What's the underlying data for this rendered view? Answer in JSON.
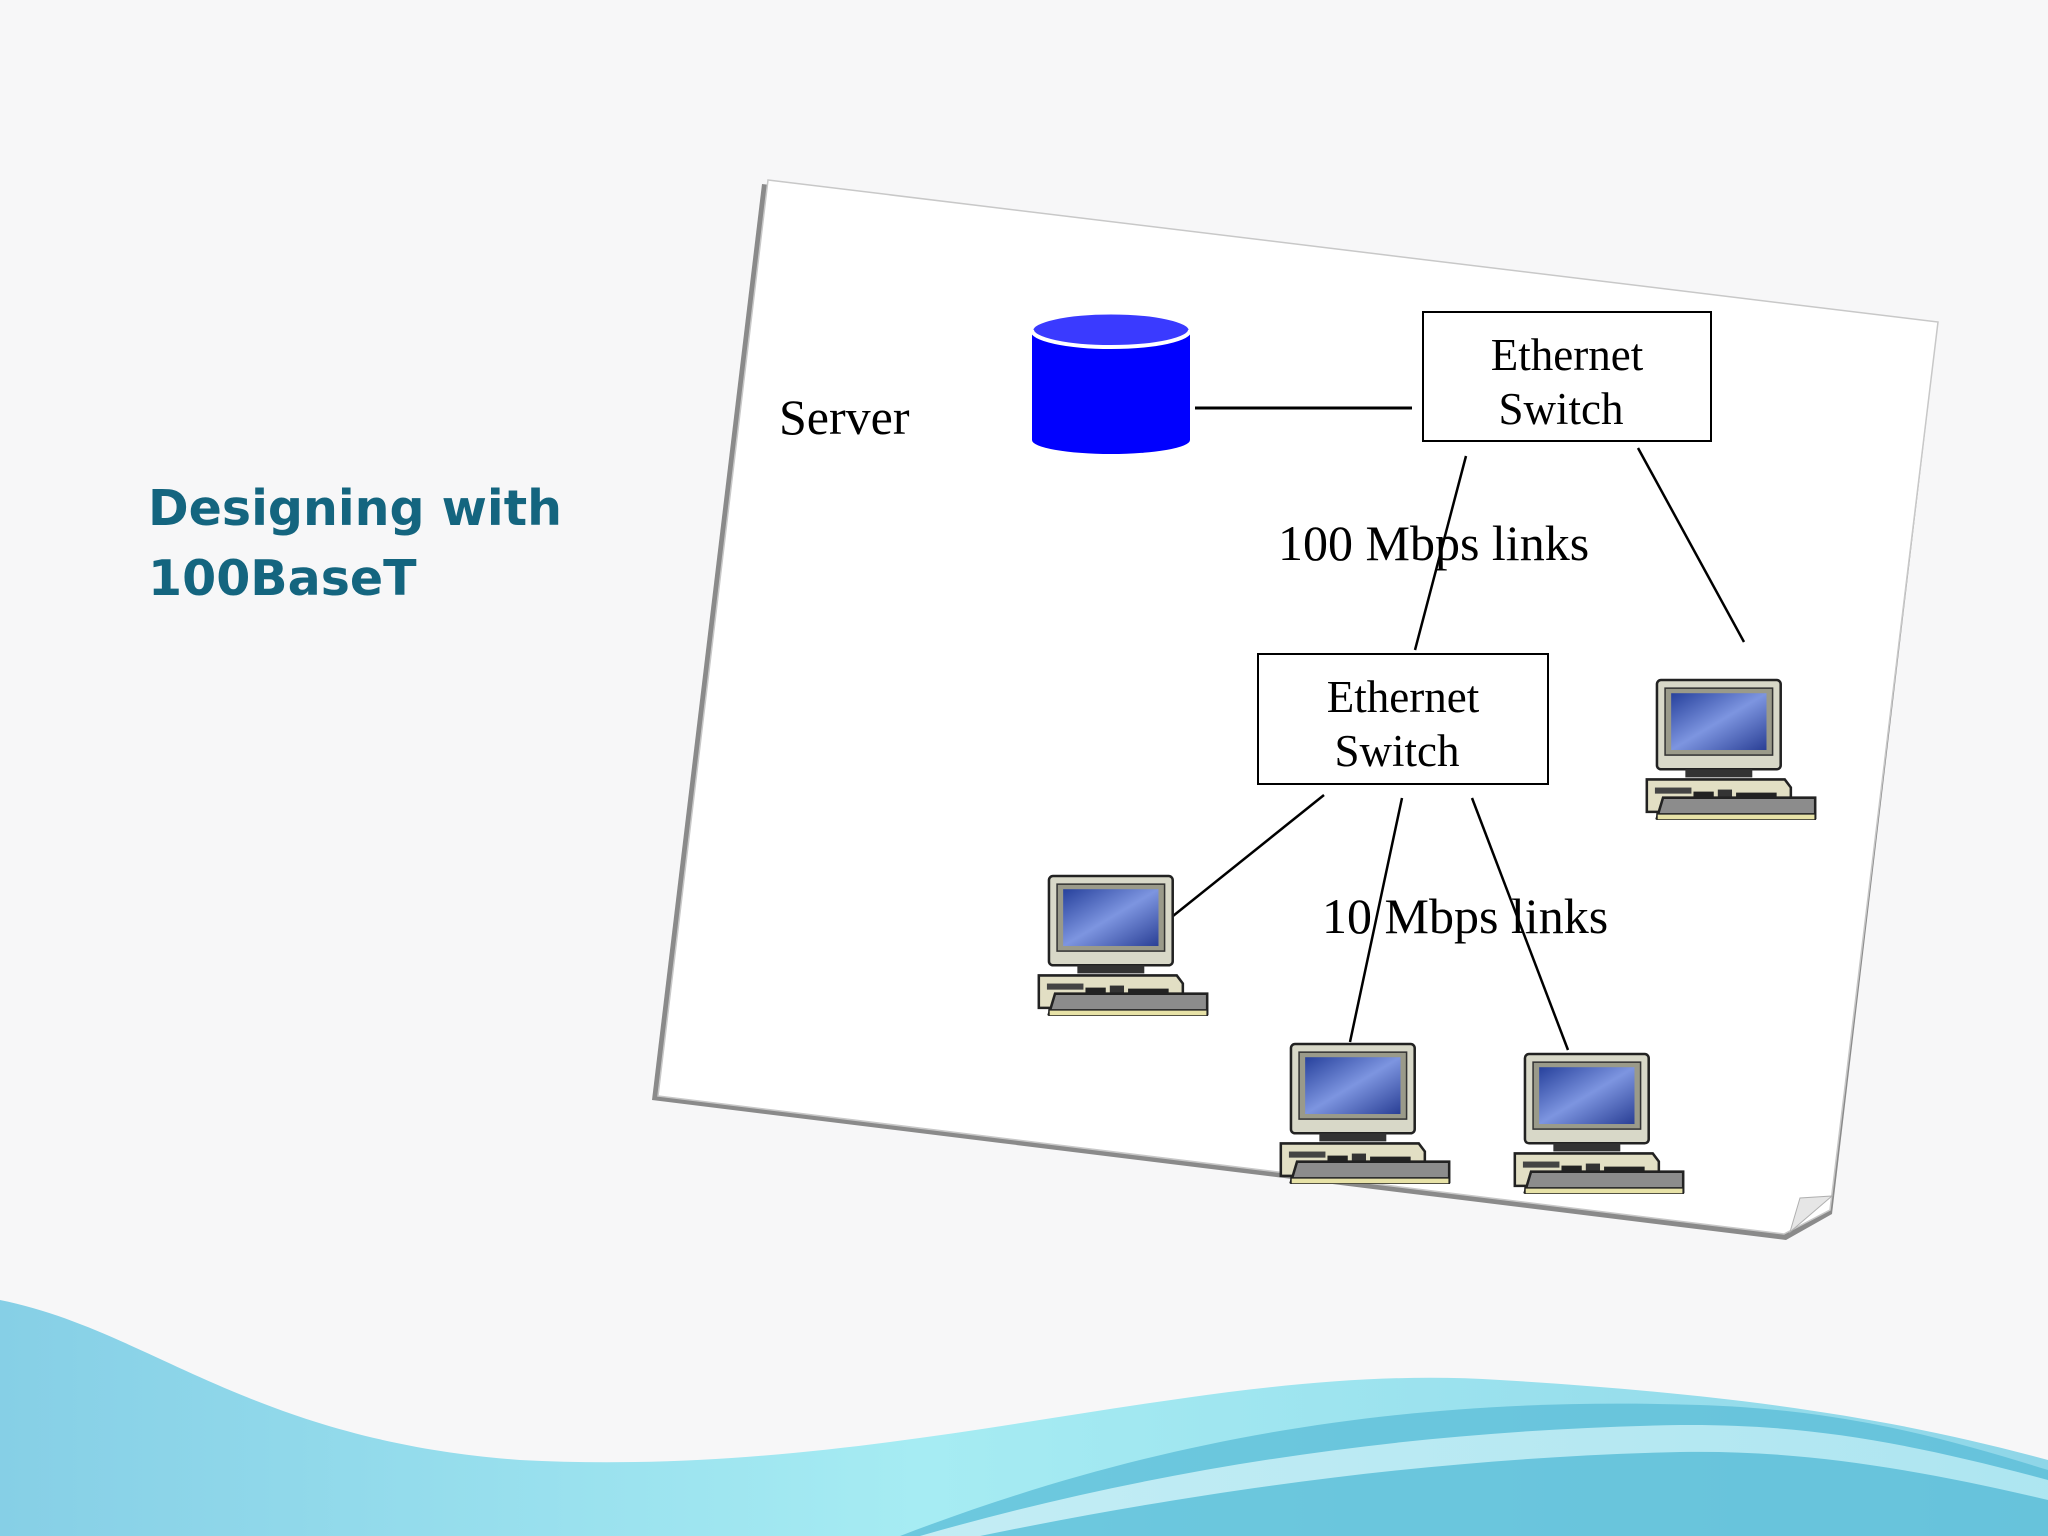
{
  "slide": {
    "title_line1": "Designing with",
    "title_line2": "100BaseT"
  },
  "diagram": {
    "server_label": "Server",
    "switch_top": {
      "line1": "Ethernet",
      "line2": "Switch"
    },
    "switch_mid": {
      "line1": "Ethernet",
      "line2": "Switch"
    },
    "link_100_label": "100 Mbps links",
    "link_10_label": "10 Mbps links"
  },
  "colors": {
    "title": "#14657f",
    "server": "#0000ff",
    "wave_light": "#9ee9f3",
    "wave_dark": "#4cb9d8"
  }
}
